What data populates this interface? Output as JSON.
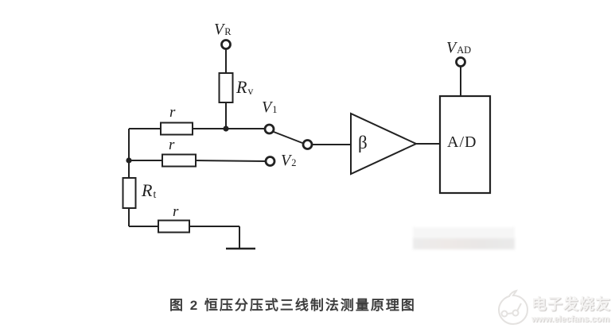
{
  "figure_caption": "图 2  恒压分压式三线制法测量原理图",
  "circuit": {
    "description": "constant-voltage divider three-wire RTD measurement schematic",
    "labels": {
      "vr": {
        "main": "V",
        "sub": "R"
      },
      "rv": {
        "main": "R",
        "sub": "v"
      },
      "v1": {
        "main": "V",
        "sub": "1"
      },
      "v2": {
        "main": "V",
        "sub": "2"
      },
      "rt": {
        "main": "R",
        "sub": "t"
      },
      "vad": {
        "main": "V",
        "sub": "AD"
      },
      "r_top": "r",
      "r_mid": "r",
      "r_bottom": "r",
      "amplifier_gain": "β",
      "adc": "A/D"
    }
  },
  "watermark": {
    "site_name": "电子发烧友",
    "site_url": "www.elecfans.com"
  },
  "colors": {
    "line": "#222222",
    "caption": "#3d3d3d",
    "watermark_text": "#f4f3f2",
    "watermark_shadow": "#c9c6c4",
    "background": "#ffffff"
  }
}
